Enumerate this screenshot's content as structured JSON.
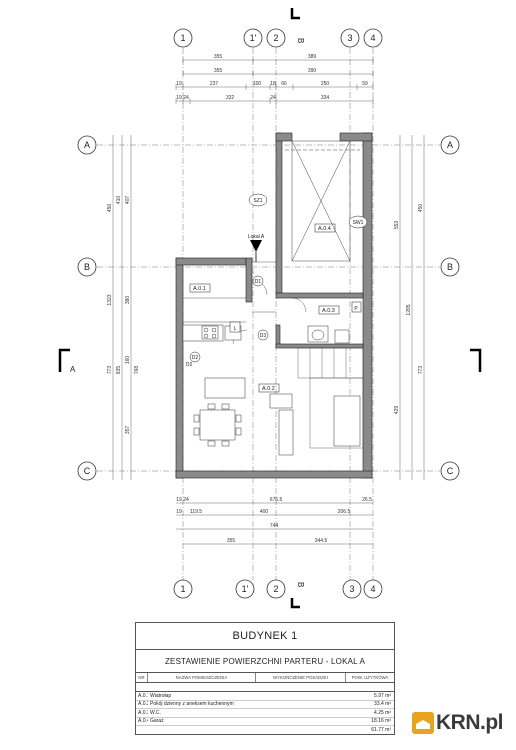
{
  "plan": {
    "col_labels": [
      "1",
      "1'",
      "2",
      "3",
      "4"
    ],
    "row_labels": [
      "A",
      "B",
      "C"
    ],
    "section_mark": "B",
    "section_side": "A",
    "top_dims": {
      "row1": [
        "355",
        "389"
      ],
      "row2": [
        "355",
        "390"
      ],
      "row3": [
        "19",
        "237",
        "100",
        "18",
        "66",
        "250",
        "59"
      ],
      "row4": [
        "19",
        "24",
        "332",
        "24",
        "334"
      ]
    },
    "bottom_dims": {
      "row1": [
        "19",
        "24",
        "675.5",
        "26.5"
      ],
      "row2": [
        "19",
        "119.5",
        "400",
        "206.5"
      ],
      "row3": [
        "744"
      ],
      "row4": [
        "355",
        "344.5"
      ]
    },
    "left_dims": [
      "450",
      "410",
      "407",
      "1323",
      "380",
      "773",
      "835",
      "160",
      "768",
      "357"
    ],
    "right_dims": [
      "553",
      "450",
      "1285",
      "773",
      "429"
    ],
    "rooms": [
      "A.0.1",
      "A.0.2",
      "A.0.3",
      "A.0.4"
    ],
    "tags": [
      "SZ1",
      "SW1",
      "D1",
      "D2",
      "D3",
      "P",
      "L",
      "O2"
    ],
    "lokal_label": "Lokal A"
  },
  "table": {
    "title": "BUDYNEK 1",
    "subtitle": "ZESTAWIENIE POWIERZCHNI PARTERU - LOKAL A",
    "headers": [
      "NR",
      "NAZWA POMIESZCZENIA",
      "WYKOŃCZENIE POSADZKI",
      "POW. UŻYTKOWA"
    ],
    "rows": [
      {
        "nr": "A.0.1",
        "name": "Wiatrołap",
        "area": "5.97 m²"
      },
      {
        "nr": "A.0.2",
        "name": "Pokój dzienny z aneksem kuchennym",
        "area": "33.4 m²"
      },
      {
        "nr": "A.0.3",
        "name": "W.C.",
        "area": "4.25 m²"
      },
      {
        "nr": "A.0.4",
        "name": "Garaż",
        "area": "18.16 m²"
      }
    ],
    "total": "61.77 m²"
  },
  "watermark": {
    "text": "KRN.pl",
    "color": "#e8a320"
  }
}
